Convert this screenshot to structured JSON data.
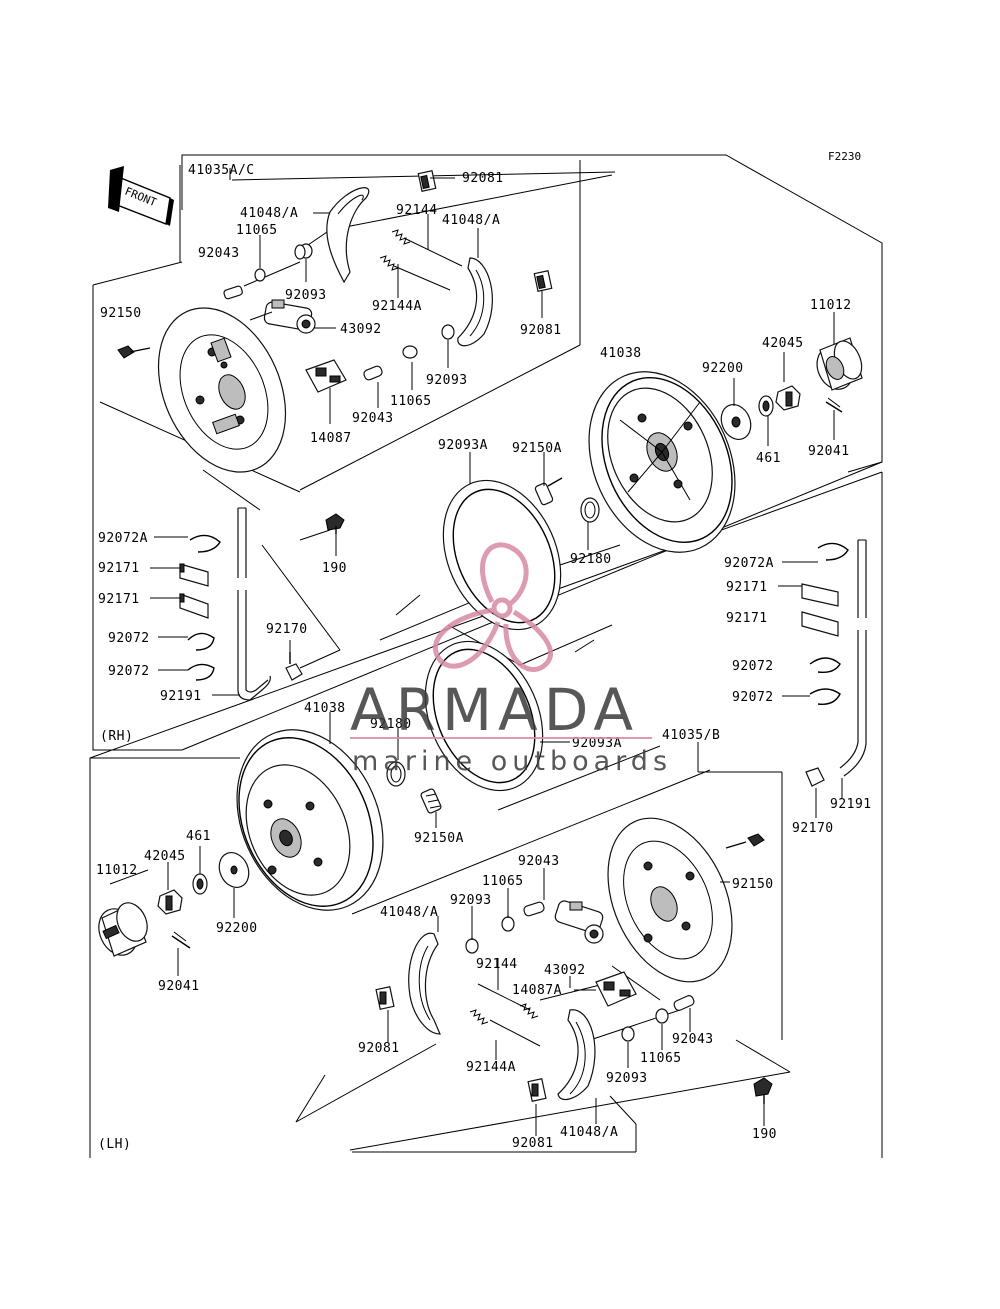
{
  "figure_code": "F2230",
  "front_arrow_label": "FRONT",
  "side_labels": {
    "rh": "(RH)",
    "lh": "(LH)"
  },
  "watermark": {
    "brand": "ARMADA",
    "tagline": "marine outboards",
    "color": "#d98aa3"
  },
  "rh_labels": {
    "assy": "41035A/C",
    "shoe_top": "41048/A",
    "pin_11065_top": "11065",
    "pin_92043_top": "92043",
    "washer_92093_top": "92093",
    "clip_92081_top": "92081",
    "spring_92144": "92144",
    "shoe_right": "41048/A",
    "spring_92144A": "92144A",
    "cylinder_43092": "43092",
    "clip_92081_mid": "92081",
    "backing_92150": "92150",
    "washer_92093_mid": "92093",
    "pin_11065_mid": "11065",
    "pin_92043_mid": "92043",
    "adjuster_14087": "14087",
    "drum_41038": "41038",
    "cap_11012": "11012",
    "nut_42045": "42045",
    "washer_92200": "92200",
    "washer_461": "461",
    "cotter_92041": "92041",
    "seal_92093A": "92093A",
    "bolt_92150A": "92150A",
    "oring_92180": "92180",
    "bolt_190": "190",
    "clamp_92072A": "92072A",
    "band_92171_a": "92171",
    "band_92171_b": "92171",
    "clamp_92072_a": "92072",
    "clamp_92072_b": "92072",
    "bleeder_92170": "92170",
    "hose_92191": "92191"
  },
  "mid_labels": {
    "clamp_92072A_r": "92072A",
    "band_92171_r1": "92171",
    "band_92171_r2": "92171",
    "clamp_92072_r1": "92072",
    "clamp_92072_r2": "92072",
    "hose_92191_r": "92191",
    "bleeder_92170_r": "92170"
  },
  "lh_labels": {
    "drum_41038": "41038",
    "oring_92180": "92180",
    "seal_92093A": "92093A",
    "assy": "41035/B",
    "bolt_92150A": "92150A",
    "washer_461": "461",
    "nut_42045": "42045",
    "cap_11012": "11012",
    "washer_92200": "92200",
    "cotter_92041": "92041",
    "pin_92043_top": "92043",
    "pin_11065_top": "11065",
    "washer_92093_top": "92093",
    "shoe_left": "41048/A",
    "spring_92144": "92144",
    "cylinder_43092": "43092",
    "adjuster_14087A": "14087A",
    "backing_92150": "92150",
    "clip_92081_left": "92081",
    "spring_92144A": "92144A",
    "washer_92093_low": "92093",
    "pin_11065_low": "11065",
    "pin_92043_low": "92043",
    "clip_92081_low": "92081",
    "shoe_low": "41048/A",
    "bolt_190": "190"
  }
}
